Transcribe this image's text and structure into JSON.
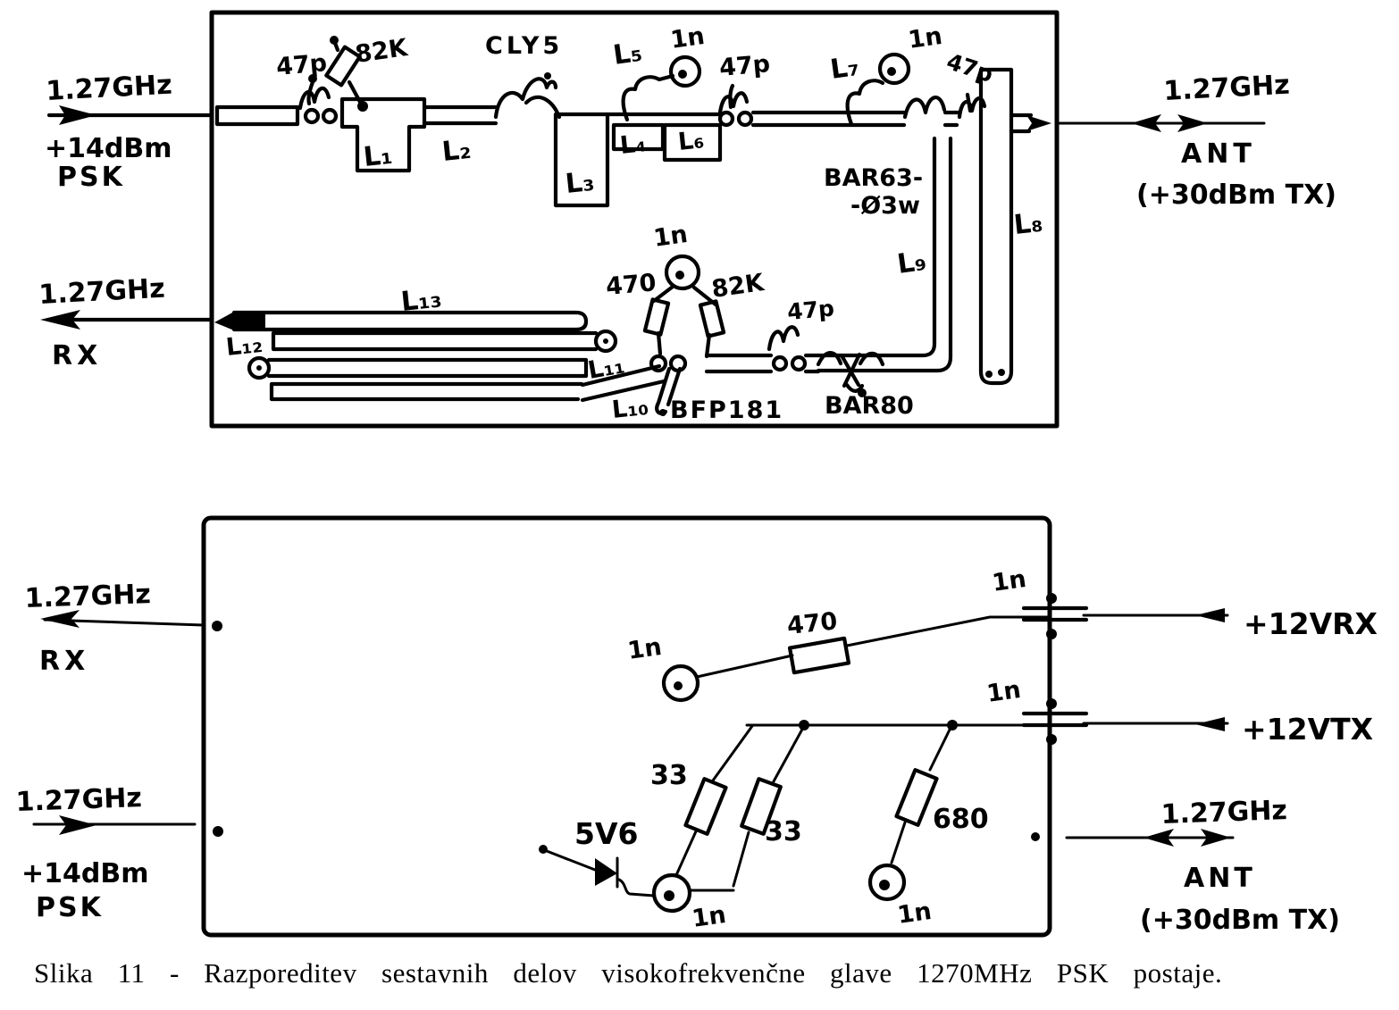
{
  "caption": "Slika 11 - Razporeditev sestavnih delov visokofrekvenčne glave 1270MHz PSK postaje.",
  "top_board": {
    "psk_in": {
      "freq": "1.27GHz",
      "level": "+14dBm",
      "mode": "PSK"
    },
    "rx_out": {
      "freq": "1.27GHz",
      "label": "RX"
    },
    "antenna": {
      "freq": "1.27GHz",
      "label": "ANT",
      "power": "(+30dBm TX)"
    },
    "parts": {
      "c47p_in": "47p",
      "r82k_in": "82K",
      "l1": "L₁",
      "l2": "L₂",
      "clys": "CLY5",
      "l3": "L₃",
      "l4": "L₄",
      "l5": "L₅",
      "l6": "L₆",
      "c1n_l5": "1n",
      "c47p_mid": "47p",
      "l7": "L₇",
      "c1n_l7": "1n",
      "c47p_ant": "47p",
      "bar63_1": "BAR63-",
      "bar63_2": "-Ø3w",
      "l8": "L₈",
      "l9": "L₉",
      "c47p_rx": "47p",
      "bar80": "BAR80",
      "c1n_bfp": "1n",
      "r470": "470",
      "r82k_bfp": "82K",
      "bfp181": "BFP181",
      "l10": "L₁₀",
      "l11": "L₁₁",
      "l12": "L₁₂",
      "l13": "L₁₃"
    }
  },
  "bottom_board": {
    "rx_out": {
      "freq": "1.27GHz",
      "label": "RX"
    },
    "psk_in": {
      "freq": "1.27GHz",
      "level": "+14dBm",
      "mode": "PSK"
    },
    "antenna": {
      "freq": "1.27GHz",
      "label": "ANT",
      "power": "(+30dBm TX)"
    },
    "v12rx": "+12VRX",
    "v12tx": "+12VTX",
    "parts": {
      "c1n_rx_edge": "1n",
      "c1n_rx": "1n",
      "r470": "470",
      "c1n_tx_edge": "1n",
      "r33_a": "33",
      "r33_b": "33",
      "r680": "680",
      "zener": "5V6",
      "c1n_zener": "1n",
      "c1n_680": "1n"
    }
  }
}
